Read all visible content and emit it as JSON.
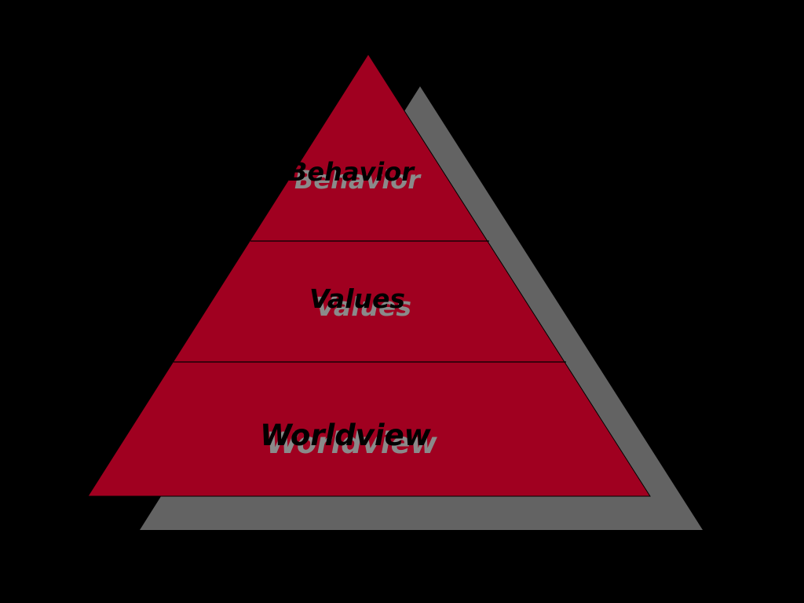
{
  "colors": {
    "background": "#000000",
    "pyramid_fill": "#a00020",
    "shadow_fill": "#636363",
    "divider_stroke": "#000000",
    "label_text": "#000000",
    "label_shadow": "#8a8a8a"
  },
  "pyramid": {
    "tiers": [
      {
        "label": "Behavior"
      },
      {
        "label": "Values"
      },
      {
        "label": "Worldview"
      }
    ]
  }
}
